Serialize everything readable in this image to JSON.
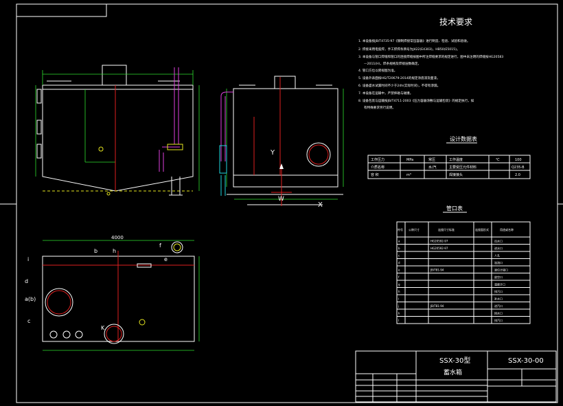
{
  "tech_requirements": {
    "title": "技术要求",
    "items": [
      "1. 本设备按JB/T4735-97《钢制焊接常压容器》进行制造、检验、试验和验收。",
      "2. 焊接采用电弧焊，手工焊焊条牌号为J422(E4303)，HB50(E5015)。",
      "3. 本设备与管口焊缝和管口的连接焊缝按图中所注焊缝要求的规定进行，图中未注明的焊缝按HG20583",
      "—2011(H)，焊条规格及焊接层数确定。",
      "4. 管口方位以俯视图为准。",
      "5. 设备外表面按HG/T20679-2014的规定涂底漆及面漆。",
      "6. 设备盛水试漏时间不少于24h(实际时间)，不得有渗漏。",
      "7. 本设备在运输中，严禁摔碰与碰撞。",
      "8. 设备包装与运输按JB/T4711-2003《压力容器涂敷与运输包装》的规定执行，如",
      "有特殊要求另行说明。"
    ]
  },
  "design_params": {
    "title": "设计数据表",
    "rows": [
      [
        "工作压力",
        "MPa",
        "常压",
        "工作温度",
        "℃",
        "100"
      ],
      [
        "介质名称",
        "",
        "水/汽",
        "主要受压元件材料",
        "",
        "Q235-B"
      ],
      [
        "容   积",
        "m³",
        "",
        "焊接接头",
        "",
        "2.0"
      ]
    ]
  },
  "nozzle_table": {
    "title": "管口表",
    "headers": [
      "符号",
      "公称尺寸",
      "连接尺寸标准",
      "连接面形式",
      "用途或名称"
    ],
    "rows": [
      [
        "a",
        "",
        "HG20592-97",
        "",
        "出水口"
      ],
      [
        "b",
        "",
        "HG20592-97",
        "",
        "进水口"
      ],
      [
        "c",
        "",
        "",
        "",
        "人孔"
      ],
      [
        "d",
        "",
        "",
        "",
        "溢流口"
      ],
      [
        "e",
        "",
        "JB/T81-94",
        "",
        "液位计接口"
      ],
      [
        "f",
        "",
        "",
        "",
        "放空口"
      ],
      [
        "g",
        "",
        "",
        "",
        "温度计口"
      ],
      [
        "h",
        "",
        "",
        "",
        "排污口"
      ],
      [
        "i",
        "",
        "",
        "",
        "补水口"
      ],
      [
        "j",
        "",
        "JB/T81-94",
        "",
        "进汽口"
      ],
      [
        "k",
        "",
        "",
        "",
        "回水口"
      ],
      [
        "l",
        "",
        "",
        "",
        "排汽口"
      ]
    ]
  },
  "title_block": {
    "model": "SSX-30型",
    "name": "蓄水箱",
    "drawing_no": "SSX-30-00"
  },
  "labels": {
    "dim_top_plan": "4000",
    "nozzle_b": "b",
    "nozzle_h": "h",
    "nozzle_e": "e",
    "nozzle_f": "f",
    "nozzle_k": "K",
    "nozzle_d": "d",
    "nozzle_c": "c",
    "nozzle_a": "a(b)",
    "nozzle_i": "i",
    "axis_x": "X",
    "axis_y": "Y",
    "axis_w": "W"
  }
}
